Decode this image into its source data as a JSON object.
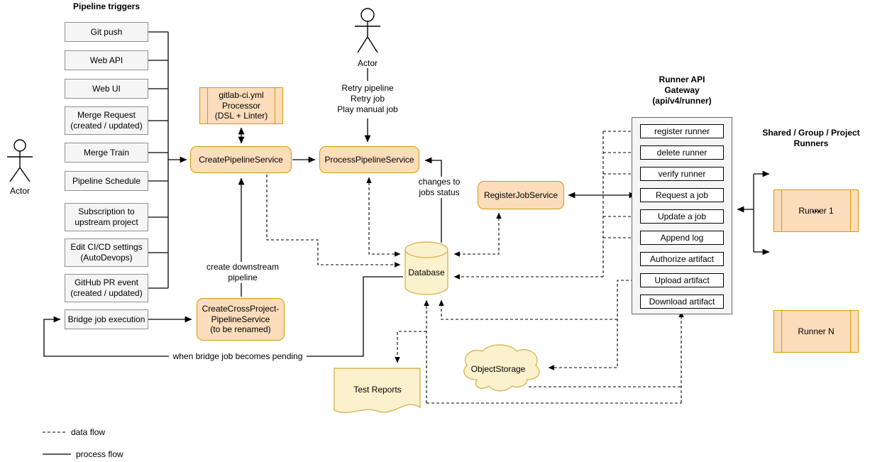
{
  "colors": {
    "service_fill": "#fbdcbb",
    "service_stroke": "#d79b00",
    "storage_fill": "#fcf1cd",
    "storage_stroke": "#d6b656",
    "trigger_fill": "#f5f5f5",
    "line": "#000000"
  },
  "pipeline_triggers": {
    "heading": "Pipeline triggers",
    "items": [
      "Git push",
      "Web API",
      "Web UI",
      "Merge Request\n(created / updated)",
      "Merge Train",
      "Pipeline Schedule",
      "Subscription to\nupstream project",
      "Edit CI/CD settings\n(AutoDevops)",
      "GitHub PR event\n(created / updated)"
    ],
    "bridge": "Bridge job execution"
  },
  "actors": {
    "left": "Actor",
    "top": "Actor"
  },
  "services": {
    "processor": "gitlab-ci.yml\nProcessor\n(DSL + Linter)",
    "create_pipeline": "CreatePipelineService",
    "process_pipeline": "ProcessPipelineService",
    "register_job": "RegisterJobService",
    "cross_project": "CreateCrossProject-\nPipelineService\n(to be renamed)"
  },
  "gateway": {
    "title": "Runner API\nGateway\n(api/v4/runner)",
    "endpoints": [
      "register runner",
      "delete runner",
      "verify runner",
      "Request a job",
      "Update a job",
      "Append log",
      "Authorize artifact",
      "Upload artifact",
      "Download artifact"
    ]
  },
  "runners": {
    "title": "Shared / Group / Project\nRunners",
    "runner_1": "Runner 1",
    "ellipsis": "...",
    "runner_n": "Runner N"
  },
  "storage": {
    "database": "Database",
    "object_storage": "ObjectStorage",
    "test_reports": "Test Reports"
  },
  "edge_labels": {
    "retry": "Retry pipeline\nRetry job\nPlay manual job",
    "changes": "changes to\njobs status",
    "create_downstream": "create downstream\npipeline",
    "when_bridge": "when bridge job becomes pending"
  },
  "legend": {
    "data_flow": "data flow",
    "process_flow": "process flow"
  }
}
